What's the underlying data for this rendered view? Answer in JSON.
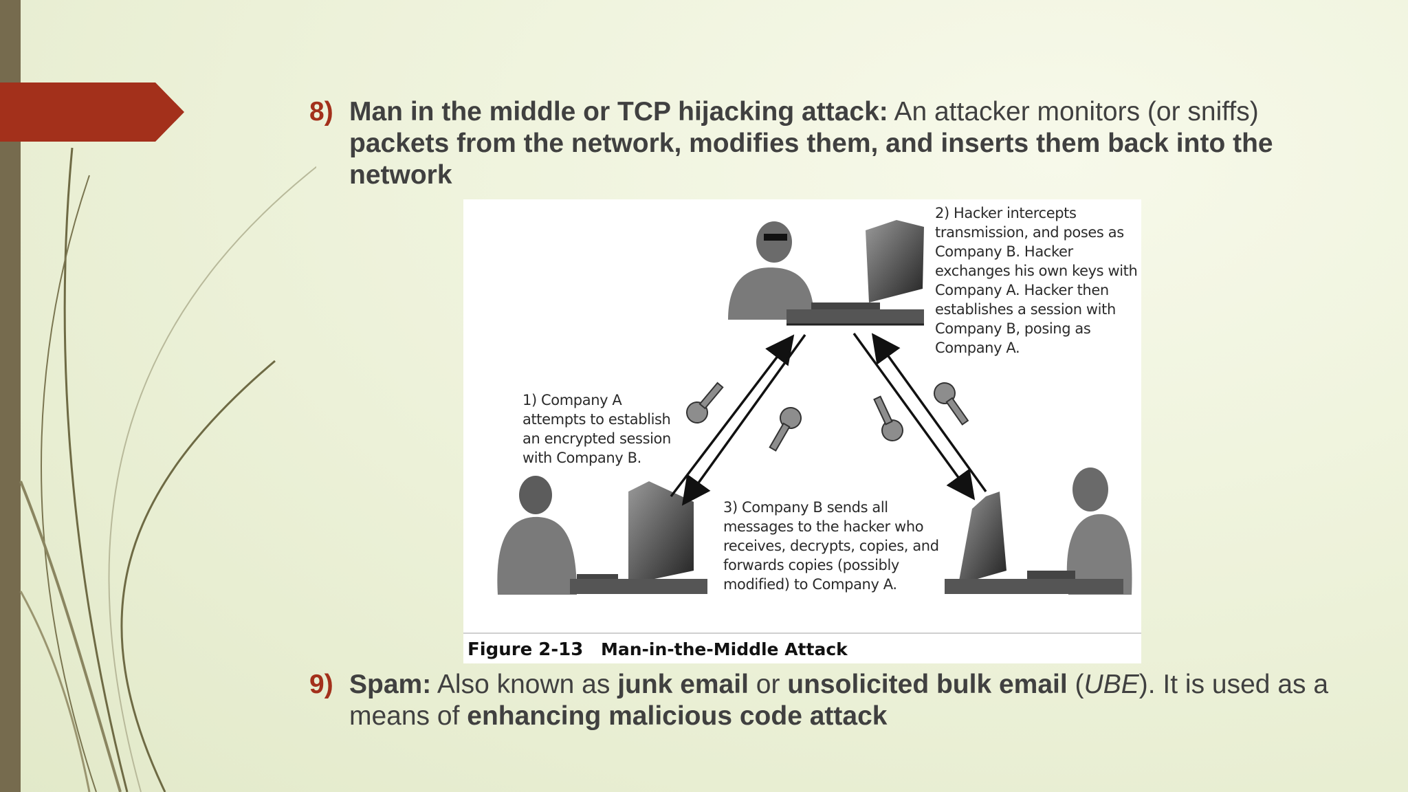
{
  "item8": {
    "number": "8)",
    "term": "Man in the middle or TCP hijacking attack:",
    "description_light": " An attacker monitors (or sniffs) ",
    "description_bold": "packets from the network, modifies them, and inserts them back into the network"
  },
  "figure": {
    "note_2": "2) Hacker intercepts transmission, and poses as Company B. Hacker exchanges his own keys with Company A. Hacker then establishes a session with Company B, posing as Company A.",
    "note_1": "1) Company A attempts to establish an encrypted session with Company B.",
    "note_3": "3) Company B sends all messages to the hacker who receives, decrypts, copies, and forwards copies (possibly modified) to Company A.",
    "caption_number": "Figure 2-13",
    "caption_title": "Man-in-the-Middle Attack"
  },
  "item9": {
    "number": "9)",
    "term": "Spam:",
    "t1": " Also known as ",
    "b1": "junk email",
    "t2": " or ",
    "b2": "unsolicited bulk email",
    "t3": " (",
    "i1": "UBE",
    "t4": "). It is used as a means of ",
    "b3": "enhancing malicious code attack"
  },
  "colors": {
    "accent": "#a3301b",
    "text": "#404040",
    "sidebar": "#766b4e",
    "background": "#ecf1d8"
  }
}
